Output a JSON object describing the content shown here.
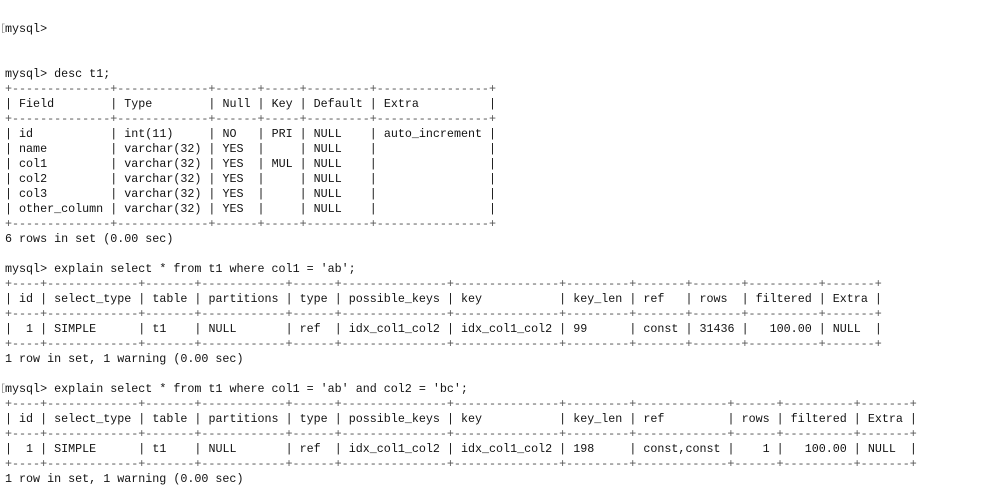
{
  "prompt": "mysql>",
  "blocks": [
    {
      "command": "desc t1;",
      "marked": false,
      "table": {
        "headers": [
          "Field",
          "Type",
          "Null",
          "Key",
          "Default",
          "Extra"
        ],
        "align": [
          "l",
          "l",
          "l",
          "l",
          "l",
          "l"
        ],
        "rows": [
          [
            "id",
            "int(11)",
            "NO",
            "PRI",
            "NULL",
            "auto_increment"
          ],
          [
            "name",
            "varchar(32)",
            "YES",
            "",
            "NULL",
            ""
          ],
          [
            "col1",
            "varchar(32)",
            "YES",
            "MUL",
            "NULL",
            ""
          ],
          [
            "col2",
            "varchar(32)",
            "YES",
            "",
            "NULL",
            ""
          ],
          [
            "col3",
            "varchar(32)",
            "YES",
            "",
            "NULL",
            ""
          ],
          [
            "other_column",
            "varchar(32)",
            "YES",
            "",
            "NULL",
            ""
          ]
        ]
      },
      "status": "6 rows in set (0.00 sec)"
    },
    {
      "command": "explain select * from t1 where col1 = 'ab';",
      "marked": false,
      "table": {
        "headers": [
          "id",
          "select_type",
          "table",
          "partitions",
          "type",
          "possible_keys",
          "key",
          "key_len",
          "ref",
          "rows",
          "filtered",
          "Extra"
        ],
        "align": [
          "r",
          "l",
          "l",
          "l",
          "l",
          "l",
          "l",
          "l",
          "l",
          "r",
          "r",
          "l"
        ],
        "rows": [
          [
            "1",
            "SIMPLE",
            "t1",
            "NULL",
            "ref",
            "idx_col1_col2",
            "idx_col1_col2",
            "99",
            "const",
            "31436",
            "100.00",
            "NULL"
          ]
        ]
      },
      "status": "1 row in set, 1 warning (0.00 sec)"
    },
    {
      "command": "explain select * from t1 where col1 = 'ab' and col2 = 'bc';",
      "marked": true,
      "table": {
        "headers": [
          "id",
          "select_type",
          "table",
          "partitions",
          "type",
          "possible_keys",
          "key",
          "key_len",
          "ref",
          "rows",
          "filtered",
          "Extra"
        ],
        "align": [
          "r",
          "l",
          "l",
          "l",
          "l",
          "l",
          "l",
          "l",
          "l",
          "r",
          "r",
          "l"
        ],
        "rows": [
          [
            "1",
            "SIMPLE",
            "t1",
            "NULL",
            "ref",
            "idx_col1_col2",
            "idx_col1_col2",
            "198",
            "const,const",
            "1",
            "100.00",
            "NULL"
          ]
        ]
      },
      "status": "1 row in set, 1 warning (0.00 sec)"
    }
  ]
}
